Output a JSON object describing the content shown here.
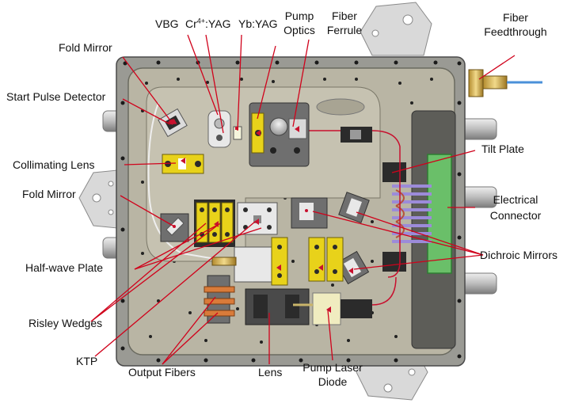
{
  "labels": {
    "fold_mirror_top": "Fold Mirror",
    "vbg": "VBG",
    "cr_yag_prefix": "Cr",
    "cr_yag_sup": "4+",
    "cr_yag_suffix": ":YAG",
    "yb_yag": "Yb:YAG",
    "pump_optics_1": "Pump",
    "pump_optics_2": "Optics",
    "fiber_ferrule_1": "Fiber",
    "fiber_ferrule_2": "Ferrule",
    "fiber_feedthrough_1": "Fiber",
    "fiber_feedthrough_2": "Feedthrough",
    "start_pulse_detector": "Start Pulse Detector",
    "collimating_lens": "Collimating Lens",
    "fold_mirror_mid": "Fold Mirror",
    "tilt_plate": "Tilt Plate",
    "electrical_connector_1": "Electrical",
    "electrical_connector_2": "Connector",
    "half_wave_plate": "Half-wave Plate",
    "dichroic_mirrors": "Dichroic Mirrors",
    "risley_wedges": "Risley Wedges",
    "ktp": "KTP",
    "output_fibers": "Output Fibers",
    "lens": "Lens",
    "pump_laser_diode_1": "Pump Laser",
    "pump_laser_diode_2": "Diode"
  },
  "colors": {
    "housing_body": "#9a9a94",
    "housing_floor": "#b9b5a4",
    "mount_yellow": "#e8d21a",
    "mount_black": "#2b2b2b",
    "beam_red": "#c8102e",
    "leader_red": "#d0021b",
    "connector_green": "#6abf69",
    "fiber_blue": "#4a90d9",
    "metal_plate": "#d9d9d9"
  }
}
